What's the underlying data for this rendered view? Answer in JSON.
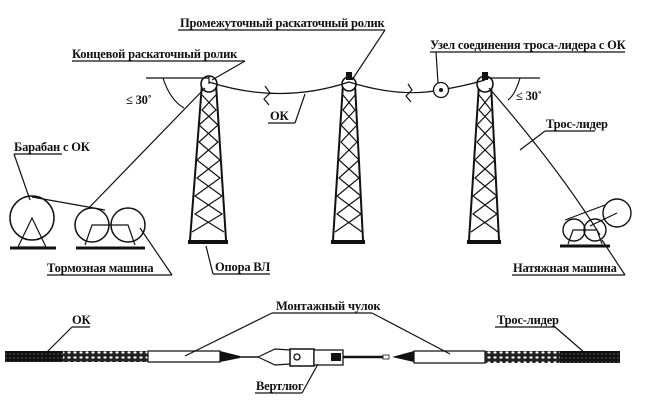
{
  "diagram": {
    "title": "Схема раскатки оптического кабеля (ОК) на опорах ВЛ",
    "labels": {
      "intermediate_roller": "Промежуточный раскаточный ролик",
      "end_roller": "Концевой раскаточный ролик",
      "junction": "Узел соединения троса-лидера с ОК",
      "angle_left": "≤ 30˚",
      "angle_right": "≤ 30˚",
      "ok_span": "ОК",
      "leader_rope": "Трос-лидер",
      "drum": "Барабан с ОК",
      "brake_machine": "Тормозная машина",
      "tower": "Опора ВЛ",
      "tension_machine": "Натяжная машина"
    },
    "detail": {
      "ok": "ОК",
      "stocking": "Монтажный чулок",
      "leader_rope": "Трос-лидер",
      "swivel": "Вертлюг"
    },
    "colors": {
      "ink": "#111111",
      "paper": "#ffffff"
    }
  }
}
